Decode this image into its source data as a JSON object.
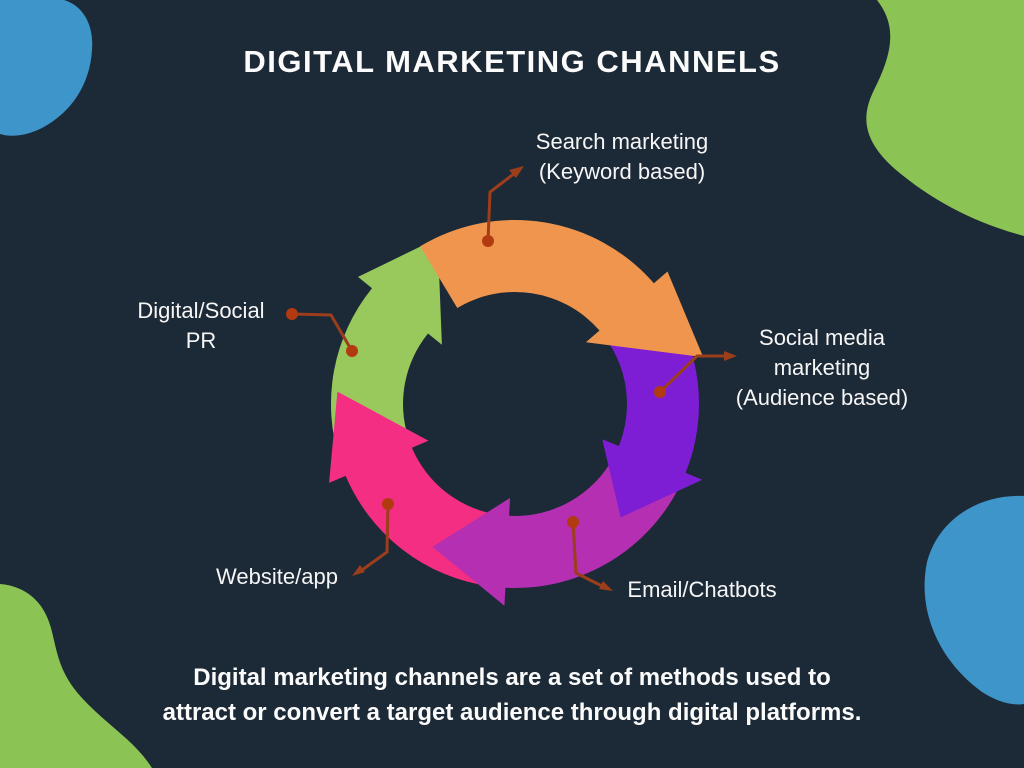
{
  "title": "DIGITAL MARKETING CHANNELS",
  "description_lines": [
    "Digital marketing channels are a set of methods used to",
    "attract or convert a target audience through digital platforms."
  ],
  "colors": {
    "background": "#1c2936",
    "blob_blue": "#3e95c9",
    "blob_green": "#8cc355",
    "text": "#fafafa",
    "connector_line": "#9c3d1b",
    "connector_dot": "#b23a10"
  },
  "cycle": {
    "direction": "clockwise",
    "segments": [
      {
        "name": "Search marketing (Keyword based)",
        "color": "#f0954d",
        "label_lines": [
          "Search marketing",
          "(Keyword based)"
        ]
      },
      {
        "name": "Social media marketing (Audience based)",
        "color": "#7d1dd4",
        "label_lines": [
          "Social media",
          "marketing",
          "(Audience based)"
        ]
      },
      {
        "name": "Email/Chatbots",
        "color": "#b52fb2",
        "label_lines": [
          "Email/Chatbots"
        ]
      },
      {
        "name": "Website/app",
        "color": "#f42e82",
        "label_lines": [
          "Website/app"
        ]
      },
      {
        "name": "Digital/Social PR",
        "color": "#99c95c",
        "label_lines": [
          "Digital/Social",
          "PR"
        ]
      }
    ]
  }
}
